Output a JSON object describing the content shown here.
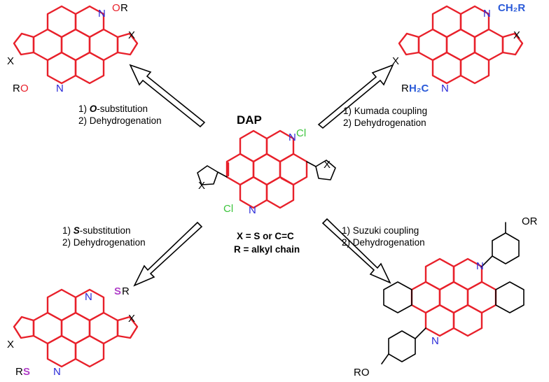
{
  "diagram": {
    "center": {
      "title": "DAP",
      "legend_line1": "X = S or C=C",
      "legend_line2": "R = alkyl chain",
      "cl_label": "Cl",
      "n_label": "N",
      "x_label": "X"
    },
    "top_left": {
      "steps": [
        "1) O-substitution",
        "2) Dehydrogenation"
      ],
      "step1_prefix": "1) ",
      "step1_em": "O",
      "step1_rest": "-substitution",
      "step2": "2) Dehydrogenation",
      "substituent_top": "OR",
      "substituent_bottom": "RO",
      "o_letter": "O",
      "r_letter": "R"
    },
    "top_right": {
      "step1": "1) Kumada coupling",
      "step2": "2) Dehydrogenation",
      "substituent_top": "CH₂R",
      "substituent_bottom_r": "R",
      "substituent_bottom_h2c": "H₂C"
    },
    "bottom_left": {
      "step1_prefix": "1) ",
      "step1_em": "S",
      "step1_rest": "-substitution",
      "step2": "2) Dehydrogenation",
      "s_letter": "S",
      "r_letter": "R"
    },
    "bottom_right": {
      "step1": "1) Suzuki coupling",
      "step2": "2) Dehydrogenation",
      "substituent_top": "OR",
      "substituent_bottom": "RO"
    },
    "colors": {
      "core": "#e8202a",
      "nitrogen": "#2a2ad8",
      "chlorine": "#3cc43c",
      "oxygen": "#e8202a",
      "sulfur": "#b040c8",
      "methylene": "#2a5ad8",
      "black": "#000000"
    }
  }
}
